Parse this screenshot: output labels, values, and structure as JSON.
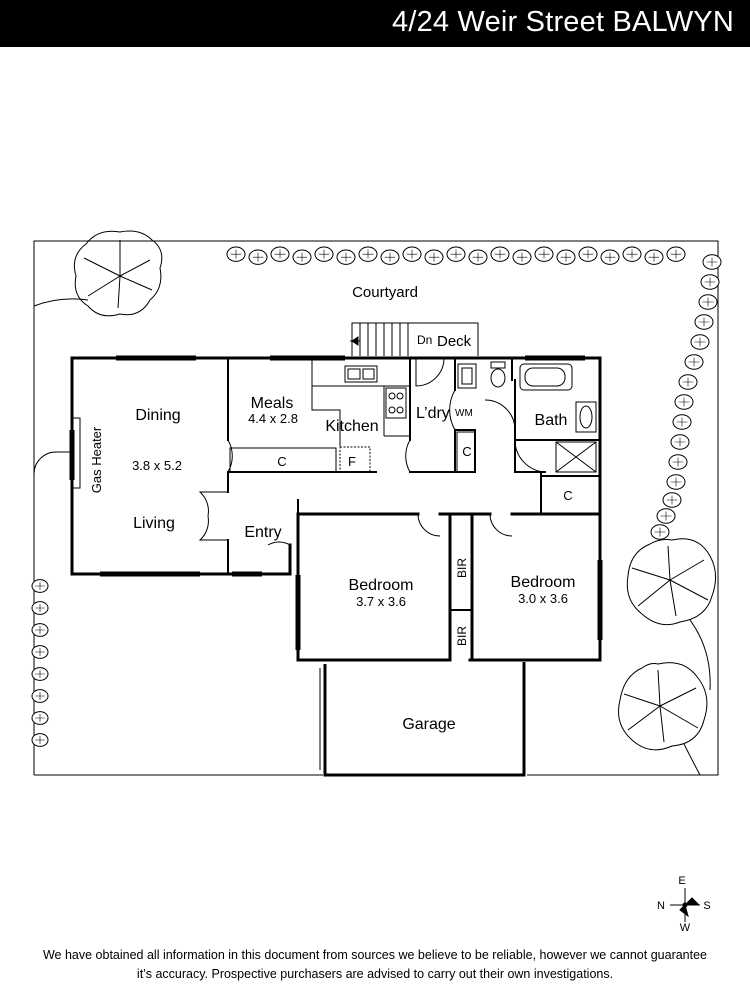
{
  "header": {
    "title": "4/24 Weir Street BALWYN"
  },
  "rooms": {
    "courtyard": "Courtyard",
    "deck": "Deck",
    "dn": "Dn",
    "dining": "Dining",
    "dining_dim": "3.8 x 5.2",
    "living": "Living",
    "gas_heater": "Gas Heater",
    "meals": "Meals",
    "meals_dim": "4.4 x 2.8",
    "kitchen": "Kitchen",
    "laundry": "L’dry",
    "wm": "WM",
    "bath": "Bath",
    "entry": "Entry",
    "cupboard_c": "C",
    "fridge_f": "F",
    "bed1": "Bedroom",
    "bed1_dim": "3.7 x 3.6",
    "bed2": "Bedroom",
    "bed2_dim": "3.0 x 3.6",
    "bir": "BIR",
    "garage": "Garage"
  },
  "compass": {
    "n": "N",
    "e": "E",
    "s": "S",
    "w": "W"
  },
  "disclaimer": {
    "line1": "We have obtained all information in this document from sources we believe to be reliable, however we cannot guarantee",
    "line2": "it’s accuracy. Prospective purchasers are advised to carry out their own investigations."
  }
}
